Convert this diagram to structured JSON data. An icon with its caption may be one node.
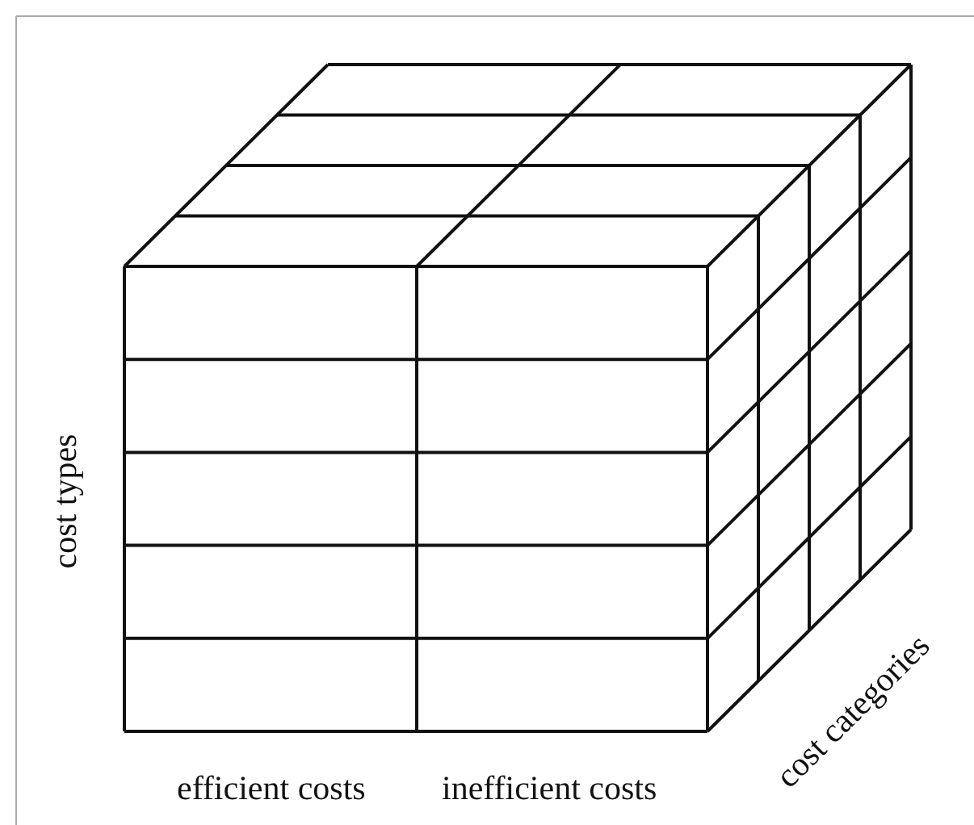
{
  "diagram": {
    "labels": [
      "cost types",
      "efficient costs",
      "inefficient costs",
      "cost categories"
    ]
  }
}
